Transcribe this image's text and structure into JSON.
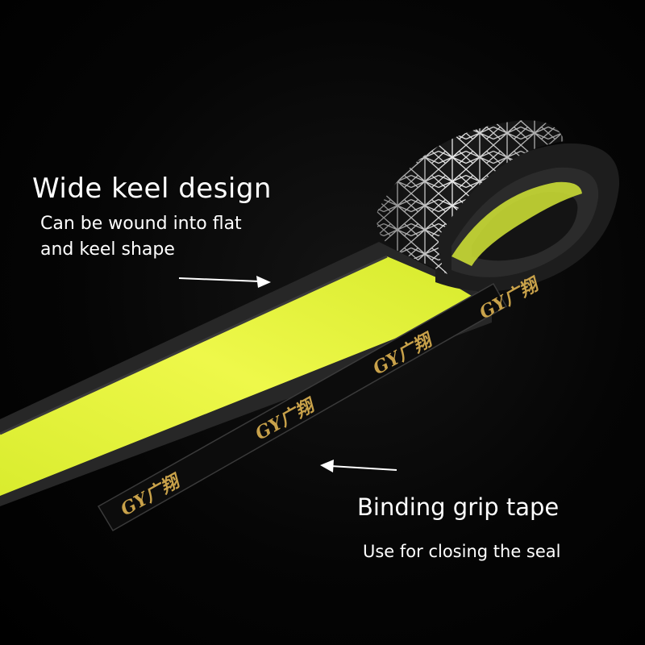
{
  "callouts": {
    "keel": {
      "title": "Wide keel design",
      "line1": "Can be wound into flat",
      "line2": "and keel shape"
    },
    "binding": {
      "title": "Binding grip tape",
      "subtitle": "Use for closing the seal"
    }
  },
  "logo": {
    "mark": "GY广翔"
  },
  "colors": {
    "background": "#000000",
    "tape_yellow": "#e6f53c",
    "tape_edge": "#2a2a2a",
    "gold": "#c9a24a",
    "caption": "#ffffff",
    "arrow": "#ffffff"
  }
}
